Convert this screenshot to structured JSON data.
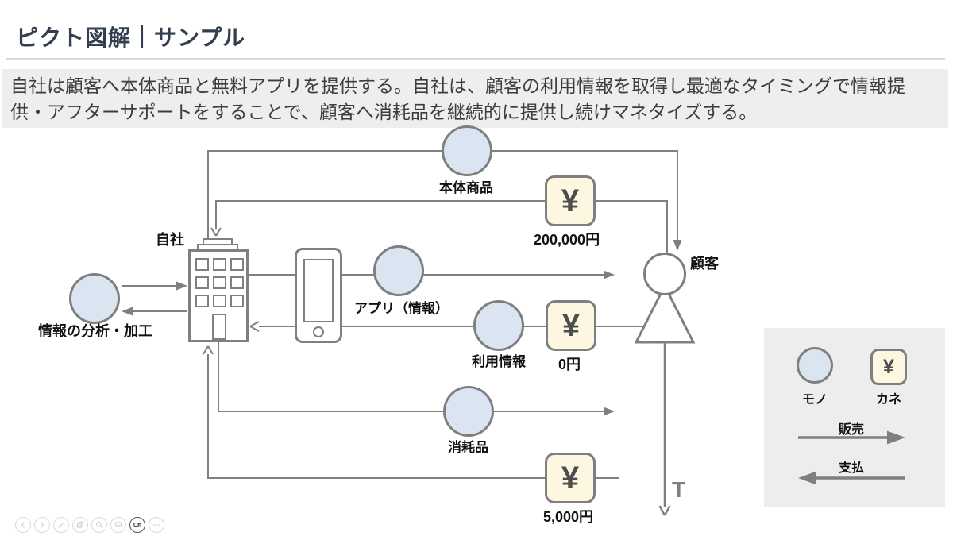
{
  "header": {
    "title": "ピクト図解｜サンプル"
  },
  "summary": {
    "text": "自社は顧客へ本体商品と無料アプリを提供する。自社は、顧客の利用情報を取得し最適なタイミングで情報提供・アフターサポートをすることで、顧客へ消耗品を継続的に提供し続けマネタイズする。"
  },
  "symbols": {
    "yen": "¥"
  },
  "diagram": {
    "company_label": "自社",
    "customer_label": "顧客",
    "analysis_label": "情報の分析・加工",
    "timeline_label": "T",
    "main_product_label": "本体商品",
    "main_product_price": "200,000円",
    "app_label": "アプリ（情報）",
    "usage_info_label": "利用情報",
    "usage_info_price": "0円",
    "consumable_label": "消耗品",
    "consumable_price": "5,000円"
  },
  "legend": {
    "mono_label": "モノ",
    "kane_label": "カネ",
    "sell_label": "販売",
    "pay_label": "支払"
  },
  "toolbar": {
    "icons": [
      {
        "name": "previous-slide-icon"
      },
      {
        "name": "next-slide-icon"
      },
      {
        "name": "pen-icon"
      },
      {
        "name": "show-all-slides-icon"
      },
      {
        "name": "zoom-icon"
      },
      {
        "name": "display-settings-icon"
      },
      {
        "name": "camera-icon"
      },
      {
        "name": "more-options-icon"
      }
    ]
  },
  "colors": {
    "title": "#333f50",
    "summary_bg": "#eeeeee",
    "line_gray": "#7f7f7f",
    "mono_fill": "#dbe5f1",
    "kane_fill": "#fdf6e0",
    "legend_bg": "#ededed"
  }
}
